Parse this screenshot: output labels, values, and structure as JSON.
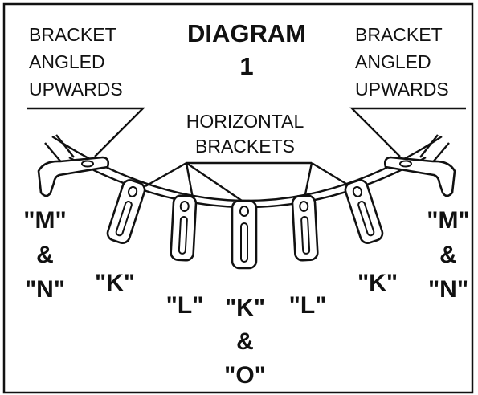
{
  "diagram": {
    "title": "DIAGRAM",
    "number": "1",
    "left_callout": [
      "BRACKET",
      "ANGLED",
      "UPWARDS"
    ],
    "right_callout": [
      "BRACKET",
      "ANGLED",
      "UPWARDS"
    ],
    "center_callout": [
      "HORIZONTAL",
      "BRACKETS"
    ],
    "labels": {
      "left_mn": [
        "\"M\"",
        "&",
        "\"N\""
      ],
      "right_mn": [
        "\"M\"",
        "&",
        "\"N\""
      ],
      "left_k": "\"K\"",
      "right_k": "\"K\"",
      "left_l": "\"L\"",
      "right_l": "\"L\"",
      "center_ko": [
        "\"K\"",
        "&",
        "\"O\""
      ]
    }
  }
}
